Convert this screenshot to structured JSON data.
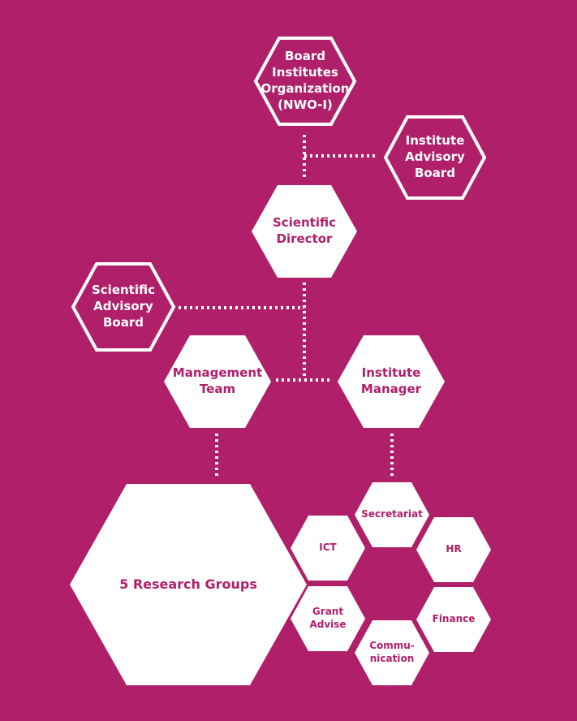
{
  "colors": {
    "background": "#b01f6a",
    "hex_fill": "#ffffff",
    "hex_text_on_white": "#b01f6a",
    "hex_text_on_bg": "#ffffff"
  },
  "nodes": {
    "board_institutes": "Board\nInstitutes\nOrganization\n(NWO-I)",
    "institute_advisory_board": "Institute\nAdvisory\nBoard",
    "scientific_director": "Scientific\nDirector",
    "scientific_advisory_board": "Scientific\nAdvisory\nBoard",
    "management_team": "Management\nTeam",
    "institute_manager": "Institute\nManager",
    "research_groups": "5 Research Groups",
    "secretariat": "Secretariat",
    "ict": "ICT",
    "hr": "HR",
    "grant_advise": "Grant\nAdvise",
    "finance": "Finance",
    "communication": "Commu-\nnication"
  }
}
